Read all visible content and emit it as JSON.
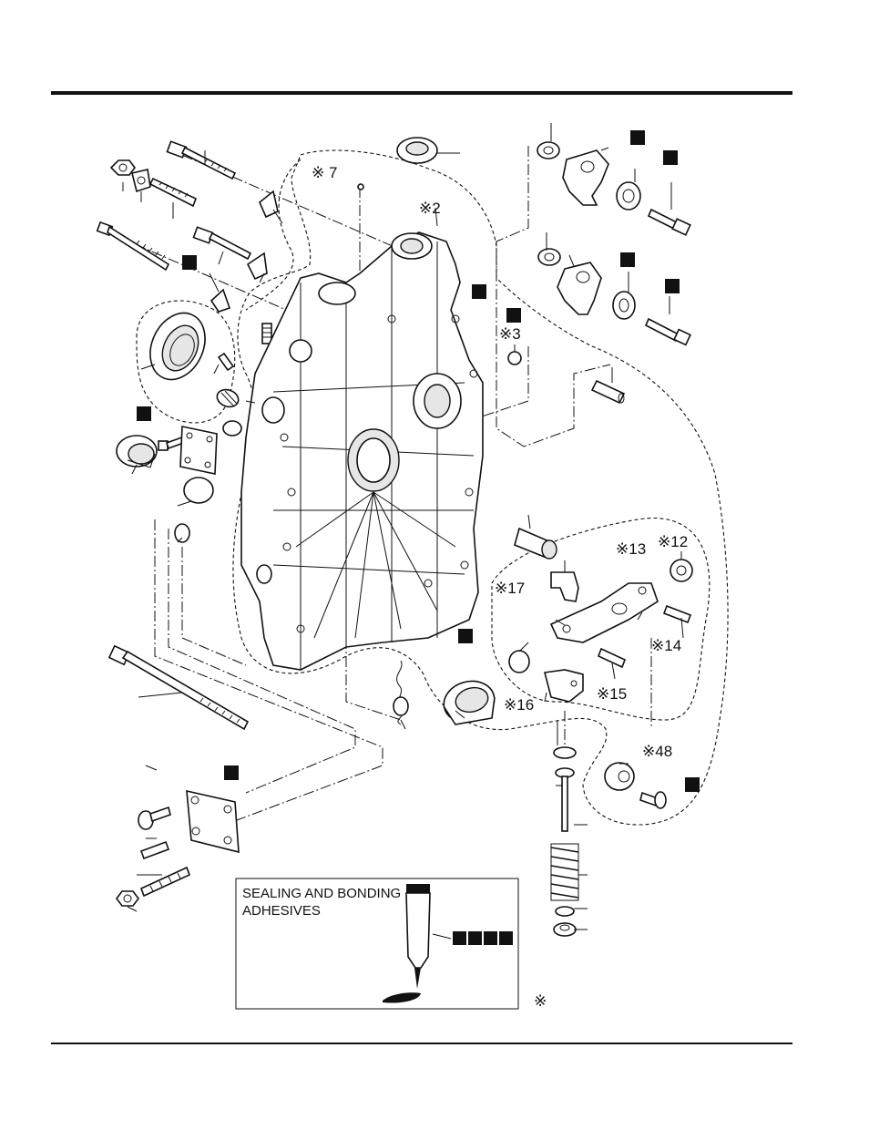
{
  "note_box": {
    "line1": "SEALING AND BONDING",
    "line2": "ADHESIVES"
  },
  "callouts": [
    {
      "id": "c7",
      "text": "※ 7"
    },
    {
      "id": "c2",
      "text": "※2"
    },
    {
      "id": "c3",
      "text": "※3"
    },
    {
      "id": "c13",
      "text": "※13"
    },
    {
      "id": "c12",
      "text": "※12"
    },
    {
      "id": "c17",
      "text": "※17"
    },
    {
      "id": "c14",
      "text": "※14"
    },
    {
      "id": "c15",
      "text": "※15"
    },
    {
      "id": "c16",
      "text": "※16"
    },
    {
      "id": "c48",
      "text": "※48"
    }
  ],
  "footnote_mark": "※",
  "colors": {
    "ink": "#111111",
    "paper": "#ffffff",
    "shade": "#e6e6e6"
  }
}
